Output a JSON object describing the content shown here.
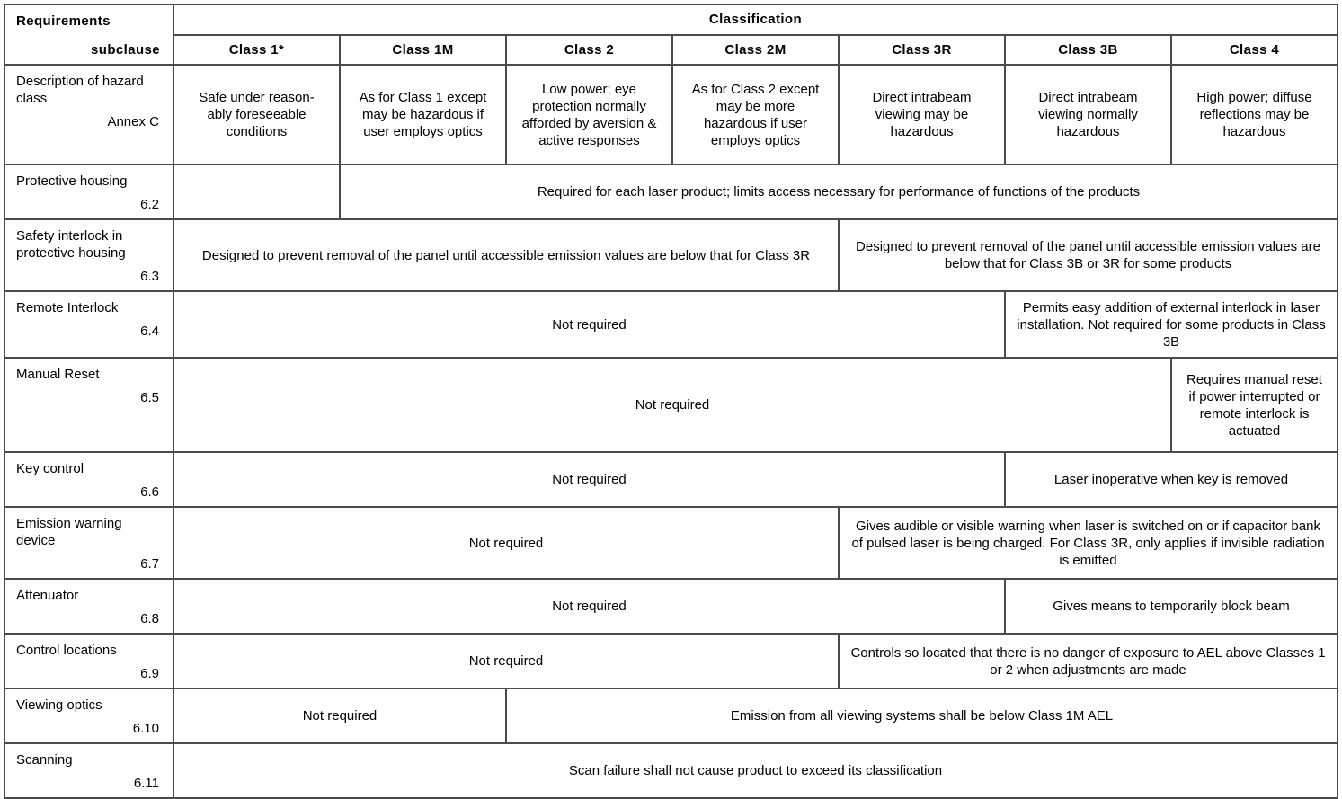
{
  "header": {
    "requirements_label": "Requirements",
    "subclause_label": "subclause",
    "classification_label": "Classification",
    "classes": [
      "Class 1*",
      "Class 1M",
      "Class 2",
      "Class 2M",
      "Class 3R",
      "Class 3B",
      "Class 4"
    ]
  },
  "rows": [
    {
      "label": "Description of hazard class",
      "sub": "Annex C",
      "cells": [
        {
          "text": "Safe under reason-\nably foreseeable\nconditions"
        },
        {
          "text": "As for Class 1 except may be hazardous if user employs optics"
        },
        {
          "text": "Low power; eye protection normally afforded by aversion & active responses"
        },
        {
          "text": "As for Class 2 except may be more hazardous if user employs optics"
        },
        {
          "text": "Direct intrabeam viewing may be hazardous"
        },
        {
          "text": "Direct intrabeam viewing normally hazardous"
        },
        {
          "text": "High power; diffuse reflections may be hazardous"
        }
      ]
    },
    {
      "label": "Protective housing",
      "sub": "6.2",
      "cells": [
        {
          "text": ""
        },
        {
          "text": "Required for each laser product; limits access necessary for performance of functions of the products"
        }
      ]
    },
    {
      "label": "Safety interlock in protective housing",
      "sub": "6.3",
      "cells": [
        {
          "text": "Designed to prevent removal of the panel until accessible emission values are below that for Class 3R"
        },
        {
          "text": "Designed to prevent removal of the panel until accessible emission values are below that for Class 3B or 3R for some products"
        }
      ]
    },
    {
      "label": "Remote Interlock",
      "sub": "6.4",
      "cells": [
        {
          "text": "Not required"
        },
        {
          "text": "Permits easy addition of external interlock in laser installation. Not required for some products in Class 3B"
        }
      ]
    },
    {
      "label": "Manual Reset",
      "sub": "6.5",
      "cells": [
        {
          "text": "Not required"
        },
        {
          "text": "Requires manual reset if power interrupted or remote interlock is actuated"
        }
      ]
    },
    {
      "label": "Key control",
      "sub": "6.6",
      "cells": [
        {
          "text": "Not required"
        },
        {
          "text": "Laser inoperative when key is removed"
        }
      ]
    },
    {
      "label": "Emission warning device",
      "sub": "6.7",
      "cells": [
        {
          "text": "Not required"
        },
        {
          "text": "Gives audible or visible warning when laser is switched on or if capacitor bank of pulsed laser is being charged. For Class 3R, only applies if invisible radiation is emitted"
        }
      ]
    },
    {
      "label": "Attenuator",
      "sub": "6.8",
      "cells": [
        {
          "text": "Not required"
        },
        {
          "text": "Gives means to temporarily block beam"
        }
      ]
    },
    {
      "label": "Control locations",
      "sub": "6.9",
      "cells": [
        {
          "text": "Not required"
        },
        {
          "text": "Controls so located that there is no danger of exposure to AEL above Classes 1 or 2 when adjustments are made"
        }
      ]
    },
    {
      "label": "Viewing optics",
      "sub": "6.10",
      "cells": [
        {
          "text": "Not required"
        },
        {
          "text": "Emission from all viewing systems shall be below Class 1M AEL"
        }
      ]
    },
    {
      "label": "Scanning",
      "sub": "6.11",
      "cells": [
        {
          "text": "Scan failure shall not cause product to exceed its classification"
        }
      ]
    }
  ]
}
